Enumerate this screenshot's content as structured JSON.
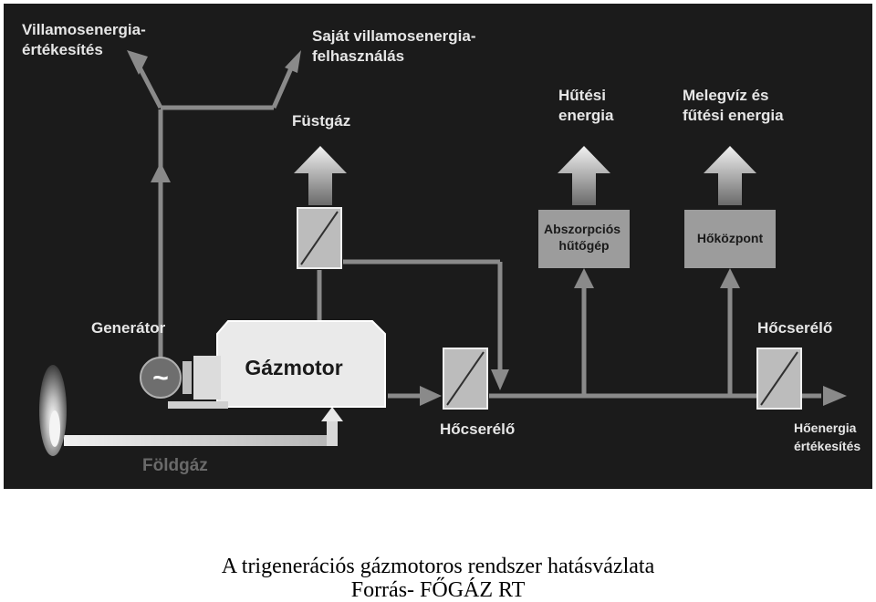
{
  "labels": {
    "grid_sale": [
      "Villamosenergia-",
      "értékesítés"
    ],
    "own_use": [
      "Saját villamosenergia-",
      "felhasználás"
    ],
    "flue_gas": "Füstgáz",
    "cooling_energy": [
      "Hűtési",
      "energia"
    ],
    "hot_water": [
      "Melegvíz és",
      "fűtési energia"
    ],
    "absorption_chiller": [
      "Abszorpciós",
      "hűtőgép"
    ],
    "heat_center": "Hőközpont",
    "generator": "Generátor",
    "gas_engine": "Gázmotor",
    "heat_exchanger_right": "Hőcserélő",
    "heat_exchanger_bottom": "Hőcserélő",
    "heat_sale": [
      "Hőenergia",
      "értékesítés"
    ],
    "natural_gas": "Földgáz",
    "generator_symbol": "~"
  },
  "caption": {
    "title": "A trigenerációs gázmotoros rendszer hatásvázlata",
    "source": "Forrás- FŐGÁZ RT"
  },
  "colors": {
    "background": "#1b1b1b",
    "line": "#8a8a8a",
    "box": "#9c9c9c",
    "text": "#e6e6e6"
  }
}
